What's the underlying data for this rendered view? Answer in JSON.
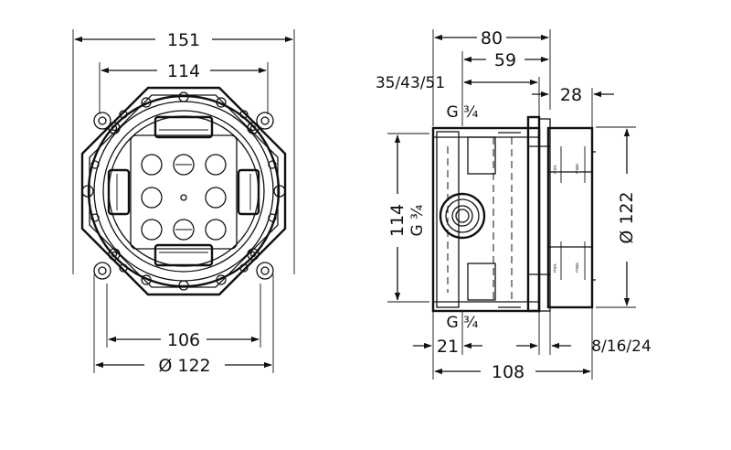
{
  "left_view": {
    "dim_overall_width": "151",
    "dim_inner_width": "114",
    "dim_bottom_width": "106",
    "dim_bottom_diameter": "Ø 122"
  },
  "right_view": {
    "dim_depth_total": "80",
    "dim_depth_59": "59",
    "dim_variants": "35/43/51",
    "dim_28": "28",
    "thread_top": "G ¾",
    "dim_height": "114",
    "thread_side": "G ¾",
    "dim_diameter_right": "Ø 122",
    "thread_bottom": "G ¾",
    "dim_21": "21",
    "dim_plaster_variants": "8/16/24",
    "dim_108": "108",
    "label_min": "min.",
    "label_max": "max."
  }
}
